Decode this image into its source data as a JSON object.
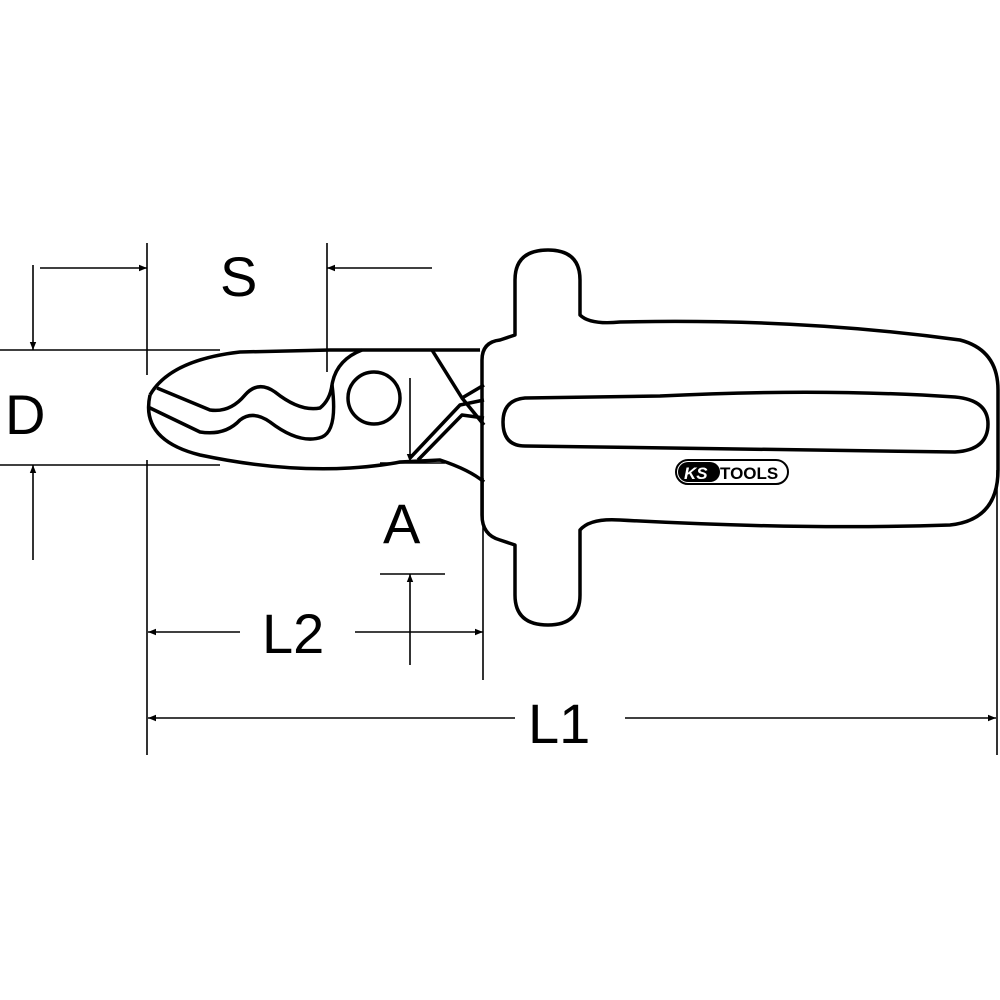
{
  "labels": {
    "s": "S",
    "d": "D",
    "a": "A",
    "l2": "L2",
    "l1": "L1"
  },
  "logo": {
    "text": "KS TOOLS"
  },
  "colors": {
    "line": "#000000",
    "background": "#ffffff"
  }
}
